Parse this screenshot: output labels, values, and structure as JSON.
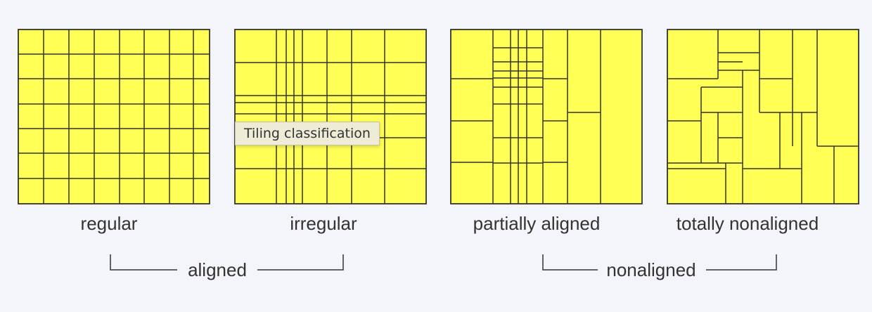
{
  "tooltip": "Tiling classification",
  "colors": {
    "tile_fill": "#ffff55",
    "tile_stroke": "#333333",
    "background": "#f4f5fa"
  },
  "tilings": [
    {
      "id": "regular",
      "label": "regular"
    },
    {
      "id": "irregular",
      "label": "irregular"
    },
    {
      "id": "partially-aligned",
      "label": "partially aligned"
    },
    {
      "id": "totally-nonaligned",
      "label": "totally nonaligned"
    }
  ],
  "groups": [
    {
      "id": "aligned",
      "label": "aligned"
    },
    {
      "id": "nonaligned",
      "label": "nonaligned"
    }
  ]
}
